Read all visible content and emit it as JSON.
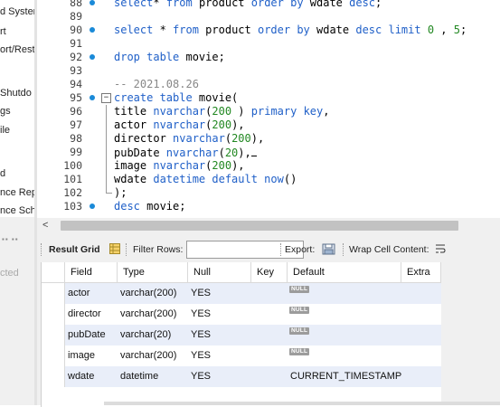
{
  "sidebar": {
    "items": [
      {
        "label": "d Syster"
      },
      {
        "label": "rt"
      },
      {
        "label": "ort/Rest"
      },
      {
        "label": "Shutdo"
      },
      {
        "label": "gs"
      },
      {
        "label": "ile"
      },
      {
        "label": "d"
      },
      {
        "label": "nce Rep"
      },
      {
        "label": "nce Sche"
      }
    ],
    "lower_title": "cted"
  },
  "editor": {
    "lines": [
      {
        "num": "88",
        "tokens": [
          [
            "kw",
            "select"
          ],
          [
            "",
            "*"
          ],
          [
            "kw",
            " from"
          ],
          [
            "",
            " product"
          ],
          [
            "kw",
            " order by"
          ],
          [
            "",
            " wdate"
          ],
          [
            "kw",
            " desc"
          ],
          [
            "",
            ";"
          ]
        ]
      },
      {
        "num": "89",
        "tokens": []
      },
      {
        "num": "90",
        "tokens": [
          [
            "kw",
            "select"
          ],
          [
            "",
            " * "
          ],
          [
            "kw",
            "from"
          ],
          [
            "",
            " product "
          ],
          [
            "kw",
            "order by"
          ],
          [
            "",
            " wdate "
          ],
          [
            "kw",
            "desc limit"
          ],
          [
            "",
            " "
          ],
          [
            "num",
            "0"
          ],
          [
            "",
            " , "
          ],
          [
            "num",
            "5"
          ],
          [
            "",
            ";"
          ]
        ]
      },
      {
        "num": "91",
        "tokens": []
      },
      {
        "num": "92",
        "tokens": [
          [
            "kw",
            "drop table"
          ],
          [
            "",
            " movie;"
          ]
        ]
      },
      {
        "num": "93",
        "tokens": []
      },
      {
        "num": "94",
        "tokens": [
          [
            "cmt",
            "-- 2021.08.26"
          ]
        ]
      },
      {
        "num": "95",
        "tokens": [
          [
            "kw",
            "create table"
          ],
          [
            "",
            " movie("
          ]
        ]
      },
      {
        "num": "96",
        "tokens": [
          [
            "",
            "title "
          ],
          [
            "kw",
            "nvarchar"
          ],
          [
            "",
            "("
          ],
          [
            "num",
            "200"
          ],
          [
            "",
            " ) "
          ],
          [
            "kw",
            "primary key"
          ],
          [
            "",
            ","
          ]
        ]
      },
      {
        "num": "97",
        "tokens": [
          [
            "",
            "actor "
          ],
          [
            "kw",
            "nvarchar"
          ],
          [
            "",
            "("
          ],
          [
            "num",
            "200"
          ],
          [
            "",
            "),"
          ]
        ]
      },
      {
        "num": "98",
        "tokens": [
          [
            "",
            "director "
          ],
          [
            "kw",
            "nvarchar"
          ],
          [
            "",
            "("
          ],
          [
            "num",
            "200"
          ],
          [
            "",
            "),"
          ]
        ]
      },
      {
        "num": "99",
        "tokens": [
          [
            "",
            "pubDate "
          ],
          [
            "kw",
            "nvarchar"
          ],
          [
            "",
            "("
          ],
          [
            "num",
            "20"
          ],
          [
            "",
            "),"
          ]
        ]
      },
      {
        "num": "100",
        "tokens": [
          [
            "",
            "image "
          ],
          [
            "kw",
            "nvarchar"
          ],
          [
            "",
            "("
          ],
          [
            "num",
            "200"
          ],
          [
            "",
            "),"
          ]
        ]
      },
      {
        "num": "101",
        "tokens": [
          [
            "",
            "wdate "
          ],
          [
            "kw",
            "datetime default now"
          ],
          [
            "",
            "()"
          ]
        ]
      },
      {
        "num": "102",
        "tokens": [
          [
            "",
            ");"
          ]
        ]
      },
      {
        "num": "103",
        "tokens": [
          [
            "kw",
            "desc"
          ],
          [
            "",
            " movie;"
          ]
        ]
      }
    ]
  },
  "toolbar": {
    "result_grid": "Result Grid",
    "filter_rows": "Filter Rows:",
    "filter_value": "",
    "export": "Export:",
    "wrap": "Wrap Cell Content:"
  },
  "grid": {
    "columns": [
      "Field",
      "Type",
      "Null",
      "Key",
      "Default",
      "Extra"
    ],
    "rows": [
      {
        "field": "actor",
        "type": "varchar(200)",
        "null": "YES",
        "key": "",
        "default": "NULL",
        "extra": ""
      },
      {
        "field": "director",
        "type": "varchar(200)",
        "null": "YES",
        "key": "",
        "default": "NULL",
        "extra": ""
      },
      {
        "field": "pubDate",
        "type": "varchar(20)",
        "null": "YES",
        "key": "",
        "default": "NULL",
        "extra": ""
      },
      {
        "field": "image",
        "type": "varchar(200)",
        "null": "YES",
        "key": "",
        "default": "NULL",
        "extra": ""
      },
      {
        "field": "wdate",
        "type": "datetime",
        "null": "YES",
        "key": "",
        "default": "CURRENT_TIMESTAMP",
        "extra": ""
      }
    ]
  },
  "colors": {
    "keyword": "#2060c8",
    "number": "#228822",
    "comment": "#888888",
    "row_stripe": "#e9eef9"
  }
}
